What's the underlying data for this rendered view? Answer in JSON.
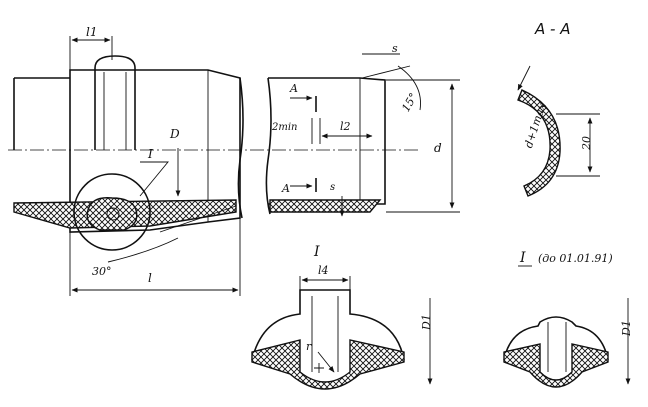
{
  "drawing": {
    "section_title": "A - A",
    "detail_title": "I",
    "detail_title_old": "I",
    "detail_old_note": "(до 01.01.91)",
    "labels": {
      "l1": "l1",
      "l2": "l2",
      "l4": "l4",
      "l": "l",
      "d": "d",
      "D": "D",
      "D1_a": "D1",
      "D1_b": "D1",
      "d_plus": "d+1max",
      "dim_20": "20",
      "angle_15": "15°",
      "angle_30": "30°",
      "s": "s",
      "s_top": "s",
      "r": "r",
      "min2": "2min",
      "A_top": "A",
      "A_bottom": "A",
      "callout_I": "I"
    }
  }
}
